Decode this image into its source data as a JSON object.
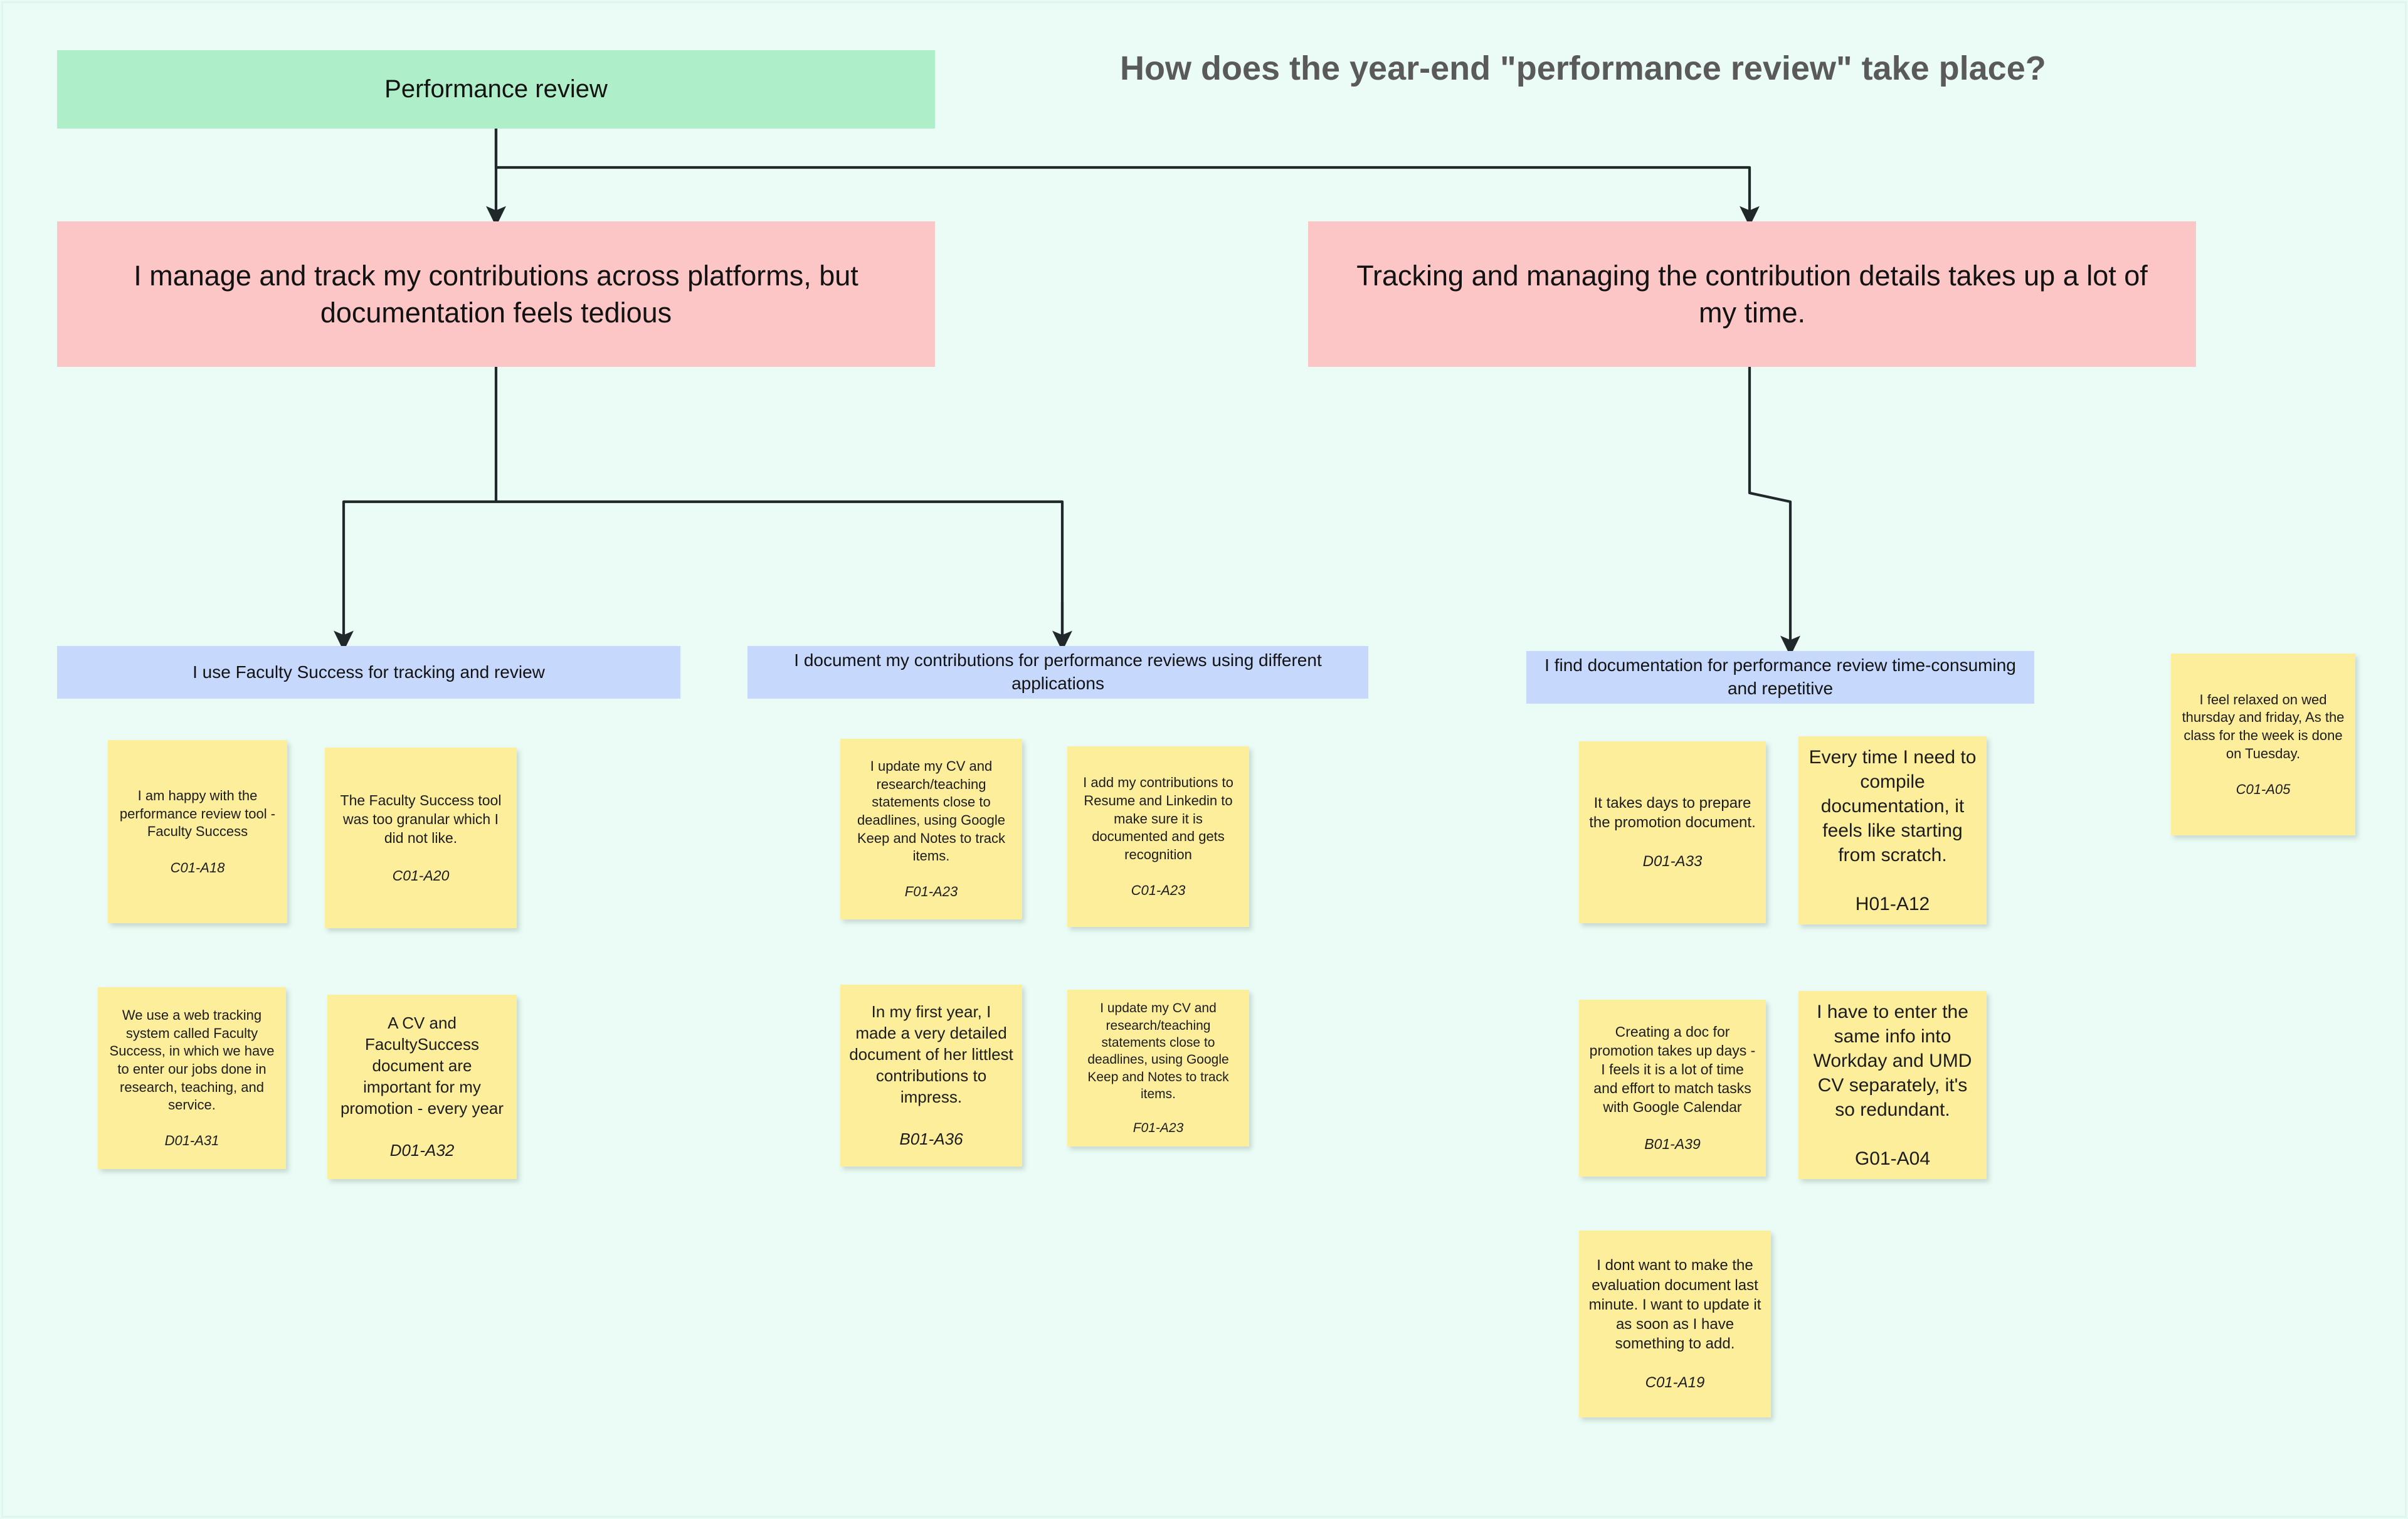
{
  "board": {
    "title": "How does the year-end \"performance review\" take place?",
    "background_color": "#eafcf5",
    "root_color": "#aeefc9",
    "pain_color": "#fcc6c6",
    "category_color": "#c6d8fb",
    "note_color": "#fcee9a",
    "connector_color": "#21282b"
  },
  "root": {
    "label": "Performance review"
  },
  "pain_points": [
    {
      "label": "I manage and track my contributions across platforms, but documentation feels tedious"
    },
    {
      "label": "Tracking and managing the contribution details takes up a lot of my time."
    }
  ],
  "categories": [
    {
      "label": "I use Faculty Success for tracking and review"
    },
    {
      "label": "I document my contributions for performance reviews using different applications"
    },
    {
      "label": "I find documentation for performance review time-consuming and repetitive"
    }
  ],
  "notes": [
    {
      "text": "I am happy with the performance review tool - Faculty Success",
      "code": "C01-A18"
    },
    {
      "text": "The Faculty Success tool was too granular which I did not like.",
      "code": "C01-A20"
    },
    {
      "text": "We use a web tracking system called Faculty Success, in which we have to enter our jobs done in research, teaching, and service.",
      "code": "D01-A31"
    },
    {
      "text": "A CV and FacultySuccess document are important for my promotion - every year",
      "code": "D01-A32"
    },
    {
      "text": "I update my CV and research/teaching statements close to deadlines, using Google Keep and Notes to track items.",
      "code": "F01-A23"
    },
    {
      "text": "I add my contributions to Resume and Linkedin to make sure it is documented and gets recognition",
      "code": "C01-A23"
    },
    {
      "text": "In my first year, I made a very detailed document of her littlest contributions to impress.",
      "code": "B01-A36"
    },
    {
      "text": "I update my CV and research/teaching statements close to deadlines, using Google Keep and Notes to track items.",
      "code": "F01-A23"
    },
    {
      "text": "It takes days to prepare the promotion document.",
      "code": "D01-A33"
    },
    {
      "text": "Every time I need to compile documentation, it feels like starting from scratch.",
      "code": "H01-A12"
    },
    {
      "text": "Creating a doc for promotion takes up days - I feels it is a lot of time and effort to match tasks with Google Calendar",
      "code": "B01-A39"
    },
    {
      "text": "I have to enter the same info into Workday and UMD CV separately, it's so redundant.",
      "code": "G01-A04"
    },
    {
      "text": "I dont want to make the evaluation document last minute. I want to update it as soon as I have something to add.",
      "code": "C01-A19"
    },
    {
      "text": "I feel relaxed on wed thursday and  friday, As the class for the week is done on Tuesday.",
      "code": "C01-A05"
    }
  ]
}
